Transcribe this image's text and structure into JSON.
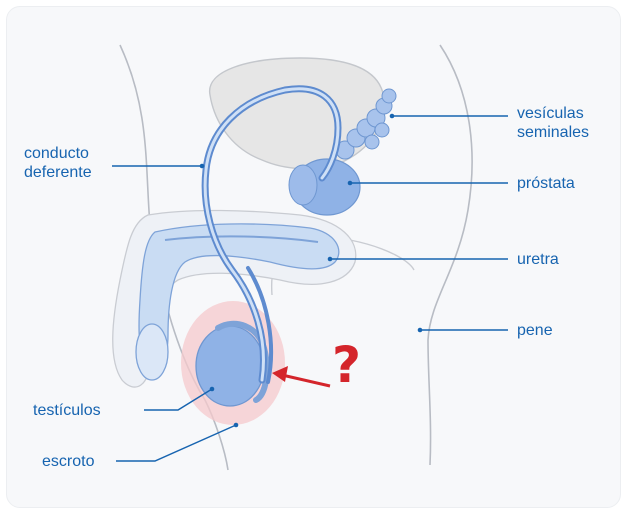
{
  "labels": {
    "vesiculas": "vesículas",
    "seminales": "seminales",
    "prostata": "próstata",
    "uretra": "uretra",
    "pene": "pene",
    "conducto": "conducto",
    "deferente": "deferente",
    "testiculos": "testículos",
    "escroto": "escroto"
  },
  "question_mark": "?",
  "colors": {
    "label_blue": "#1764b0",
    "organ_blue": "#8fb2e6",
    "organ_light_blue": "#c9dcf3",
    "bladder_gray": "#e7e7e7",
    "highlight_pink": "#f3b9bd",
    "arrow_red": "#d4252b",
    "outline_gray": "#b8bcc4"
  }
}
